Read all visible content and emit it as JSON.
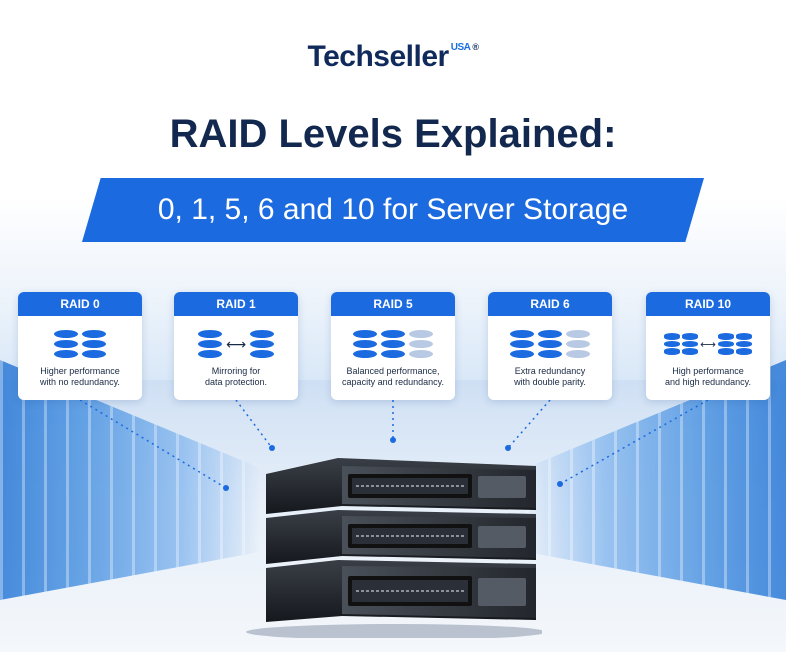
{
  "logo": {
    "brand": "Techseller",
    "superscript": "USA",
    "mark": "®"
  },
  "title": "RAID Levels Explained:",
  "subtitle": "0, 1, 5, 6 and 10 for Server Storage",
  "cards": [
    {
      "label": "RAID 0",
      "desc1": "Higher performance",
      "desc2": "with no redundancy."
    },
    {
      "label": "RAID 1",
      "desc1": "Mirroring for",
      "desc2": "data protection."
    },
    {
      "label": "RAID 5",
      "desc1": "Balanced performance,",
      "desc2": "capacity and redundancy."
    },
    {
      "label": "RAID 6",
      "desc1": "Extra redundancy",
      "desc2": "with double parity."
    },
    {
      "label": "RAID 10",
      "desc1": "High performance",
      "desc2": "and high redundancy."
    }
  ],
  "colors": {
    "accent": "#1b6ae0",
    "navy": "#13284f",
    "parity": "#b8c9e4"
  }
}
